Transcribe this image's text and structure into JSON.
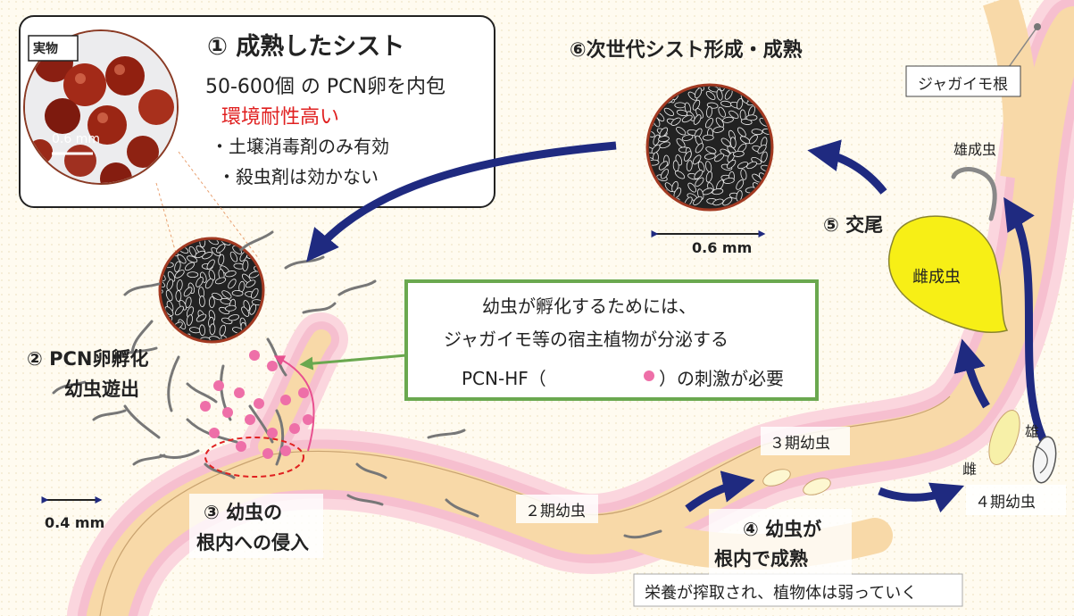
{
  "inset": {
    "tag": "実物",
    "scale": "0.6 mm"
  },
  "step1": {
    "title": "① 成熟したシスト",
    "line1": "50-600個 の PCN卵を内包",
    "line2": "環境耐性高い",
    "line3": "・土壌消毒剤のみ有効",
    "line4": "・殺虫剤は効かない"
  },
  "step2": {
    "line1": "② PCN卵孵化",
    "line2": "幼虫遊出"
  },
  "step3": {
    "line1": "③ 幼虫の",
    "line2": "根内への侵入"
  },
  "step4": {
    "line1": "④ 幼虫が",
    "line2": "根内で成熟"
  },
  "step5": "⑤ 交尾",
  "step6": "⑥次世代シスト形成・成熟",
  "hf_box": {
    "line1": "幼虫が孵化するためには、",
    "line2": "ジャガイモ等の宿主植物が分泌する",
    "line3_pre": "PCN-HF（",
    "line3_post": "）の刺激が必要"
  },
  "labels": {
    "root": "ジャガイモ根",
    "male_adult": "雄成虫",
    "female_adult": "雌成虫",
    "stage2": "２期幼虫",
    "stage3": "３期幼虫",
    "stage4": "４期幼虫",
    "male": "雄",
    "female": "雌",
    "nutrient": "栄養が搾取され、植物体は弱っていく"
  },
  "scales": {
    "cyst": "0.6 mm",
    "larva": "0.4 mm"
  },
  "colors": {
    "root_fill": "#f8d9a8",
    "root_glow": "#f7b8c4",
    "arrow": "#1f2a80",
    "cyst_rim": "#a33a22",
    "female_fill": "#f7ef16",
    "hf_border": "#6aa84f",
    "hf_dot": "#ee6fa8",
    "warn": "#e02020"
  }
}
